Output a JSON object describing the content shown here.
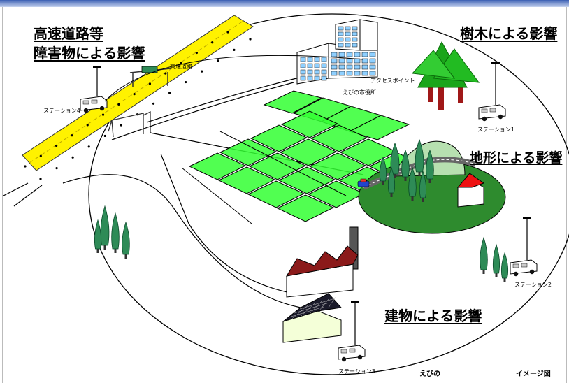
{
  "headings": {
    "expressway_line1": "高速道路等",
    "expressway_line2": "障害物による影響",
    "trees": "樹木による影響",
    "terrain": "地形による影響",
    "buildings": "建物による影響"
  },
  "labels": {
    "expressway": "高速道路",
    "access_point": "アクセスポイント",
    "city_hall": "えびの市役所",
    "station1": "ステーション1",
    "station2": "ステーション2",
    "station3": "ステーション3",
    "station4": "ステーション4"
  },
  "footer": {
    "city": "えびの",
    "image_note": "イメージ図"
  },
  "colors": {
    "highway": "#fff200",
    "crop": "#33ff33",
    "terrain_base": "#2e8b2e",
    "tree": "#2e8b57",
    "factory_roof": "#8b1a1a",
    "house_roof": "#ee1111"
  }
}
